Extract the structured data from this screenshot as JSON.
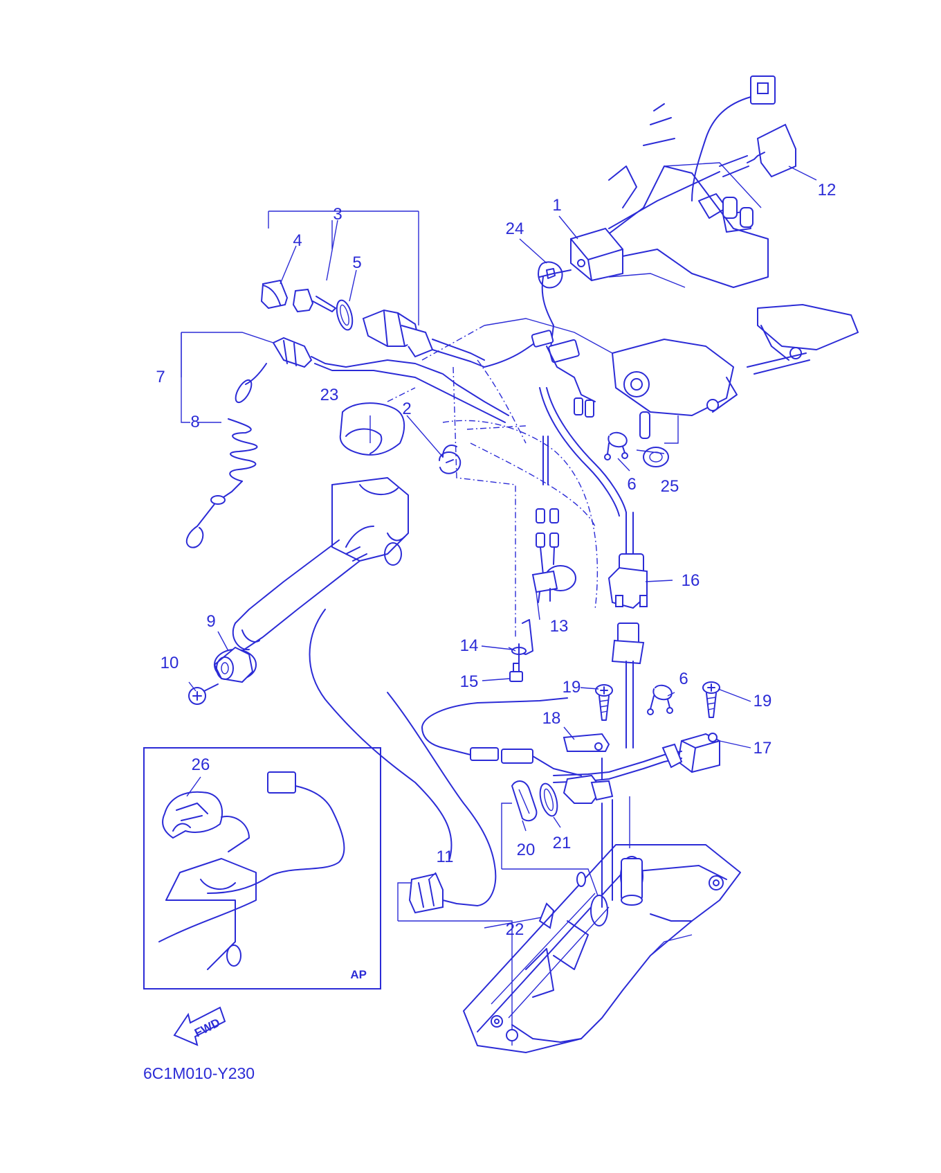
{
  "callouts": {
    "c1": "1",
    "c2": "2",
    "c3": "3",
    "c4": "4",
    "c5": "5",
    "c6a": "6",
    "c6b": "6",
    "c7": "7",
    "c8": "8",
    "c9": "9",
    "c10": "10",
    "c11": "11",
    "c12": "12",
    "c13": "13",
    "c14": "14",
    "c15": "15",
    "c16": "16",
    "c17": "17",
    "c18": "18",
    "c19a": "19",
    "c19b": "19",
    "c20": "20",
    "c21": "21",
    "c22": "22",
    "c23": "23",
    "c24": "24",
    "c25": "25",
    "c26": "26"
  },
  "inset_label": "AP",
  "fwd_label": "FWD",
  "diagram_code": "6C1M010-Y230",
  "colors": {
    "line": "#2b2bd6",
    "background": "#ffffff"
  }
}
